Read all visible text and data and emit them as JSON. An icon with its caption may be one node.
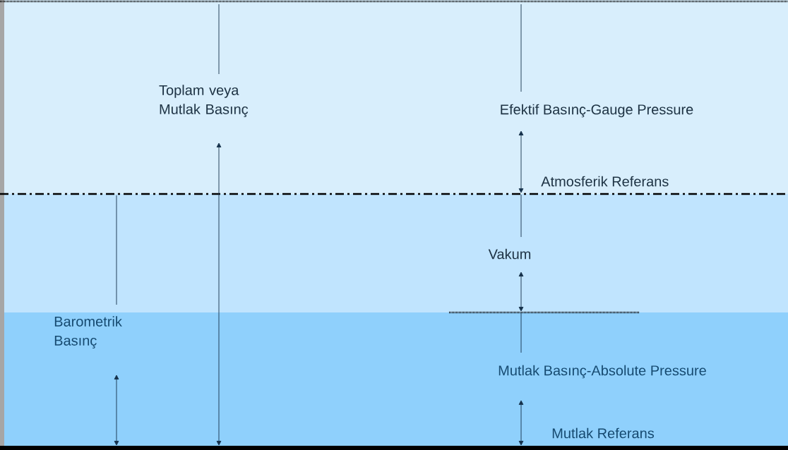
{
  "diagram": {
    "labels": [
      "Toplam veya Mutlak Basınç",
      "Efektif Basınç-Gauge Pressure",
      "Atmosferik Referans",
      "Vakum",
      "Barometrik Basınç",
      "Mutlak Basınç-Absolute Pressure",
      "Mutlak Referans"
    ]
  }
}
